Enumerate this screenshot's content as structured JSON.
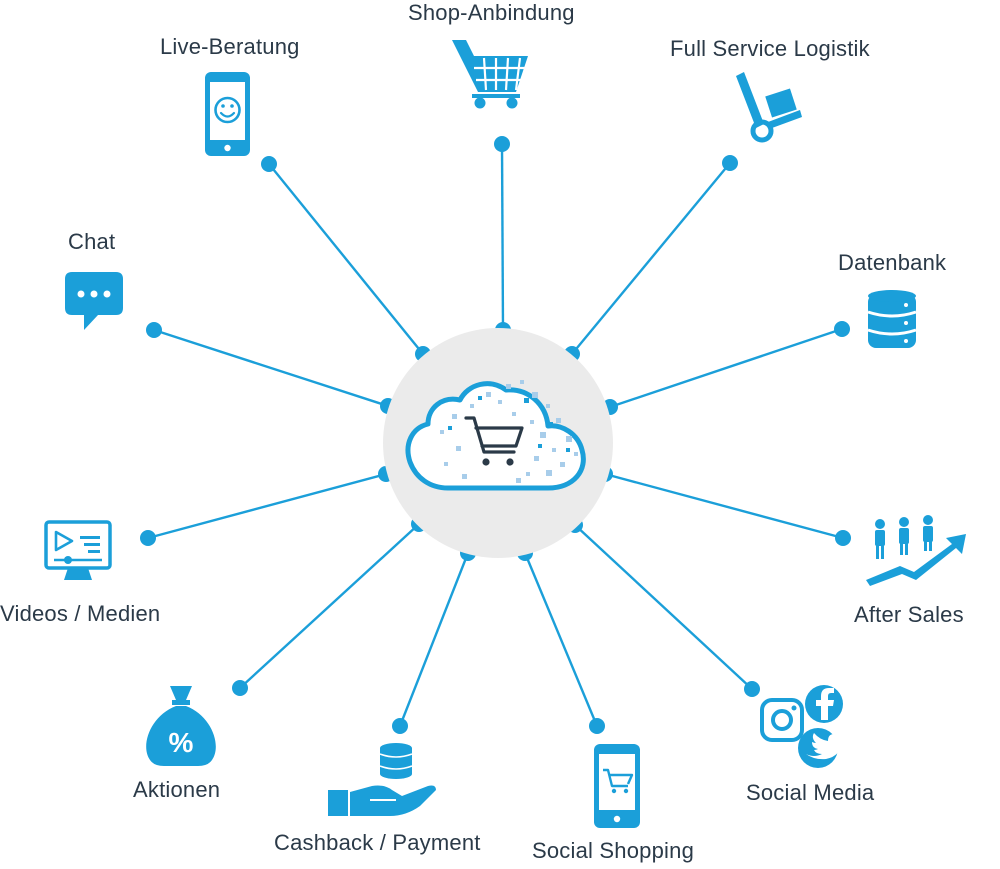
{
  "colors": {
    "accent": "#1b9fd9",
    "dark": "#2b3a48",
    "hub_circle": "#ebebeb"
  },
  "center": {
    "icon": "cloud-shopping-cart-icon"
  },
  "nodes": [
    {
      "id": "shop-anbindung",
      "label": "Shop-Anbindung",
      "icon": "shopping-cart-icon"
    },
    {
      "id": "live-beratung",
      "label": "Live-Beratung",
      "icon": "smartphone-smiley-icon"
    },
    {
      "id": "full-service-logistik",
      "label": "Full Service Logistik",
      "icon": "hand-truck-icon"
    },
    {
      "id": "chat",
      "label": "Chat",
      "icon": "chat-bubble-icon"
    },
    {
      "id": "datenbank",
      "label": "Datenbank",
      "icon": "database-icon"
    },
    {
      "id": "videos-medien",
      "label": "Videos / Medien",
      "icon": "video-monitor-icon"
    },
    {
      "id": "after-sales",
      "label": "After Sales",
      "icon": "growth-people-icon"
    },
    {
      "id": "aktionen",
      "label": "Aktionen",
      "icon": "percent-bag-icon"
    },
    {
      "id": "social-media",
      "label": "Social Media",
      "icon": "social-media-icons"
    },
    {
      "id": "cashback-payment",
      "label": "Cashback / Payment",
      "icon": "hand-coins-icon"
    },
    {
      "id": "social-shopping",
      "label": "Social Shopping",
      "icon": "phone-cart-icon"
    }
  ]
}
